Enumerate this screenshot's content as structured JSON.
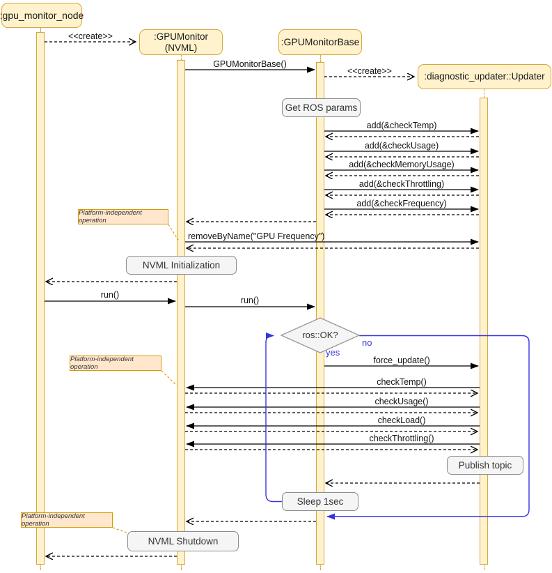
{
  "diagram_type": "uml-sequence-diagram",
  "lifelines": {
    "node": ":gpu_monitor_node",
    "monitor": ":GPUMonitor\n(NVML)",
    "base": ":GPUMonitorBase",
    "updater": ":diagnostic_updater::Updater"
  },
  "messages": {
    "create_monitor": "<<create>>",
    "ctor_base": "GPUMonitorBase()",
    "create_updater": "<<create>>",
    "add_check_temp": "add(&checkTemp)",
    "add_check_usage": "add(&checkUsage)",
    "add_check_memory_usage": "add(&checkMemoryUsage)",
    "add_check_throttling": "add(&checkThrottling)",
    "add_check_frequency": "add(&checkFrequency)",
    "remove_by_name": "removeByName(\"GPU Frequency\")",
    "run_node": "run()",
    "run_monitor": "run()",
    "force_update": "force_update()",
    "check_temp": "checkTemp()",
    "check_usage": "checkUsage()",
    "check_load": "checkLoad()",
    "check_throttling": "checkThrottling()"
  },
  "actions": {
    "get_ros_params": "Get ROS params",
    "nvml_init": "NVML Initialization",
    "publish_topic": "Publish topic",
    "sleep": "Sleep 1sec",
    "nvml_shutdown": "NVML Shutdown"
  },
  "decision": {
    "condition": "ros::OK?",
    "yes_label": "yes",
    "no_label": "no"
  },
  "note_text": "Platform-independent operation",
  "colors": {
    "lifeline_fill": "#FFF2CC",
    "lifeline_stroke": "#D6A73C",
    "note_fill": "#FFE6CC",
    "note_stroke": "#D79B00",
    "action_fill": "#F5F5F5",
    "action_stroke": "#8C8C8C",
    "loop_color": "#3535E0",
    "message_color": "#000000"
  }
}
